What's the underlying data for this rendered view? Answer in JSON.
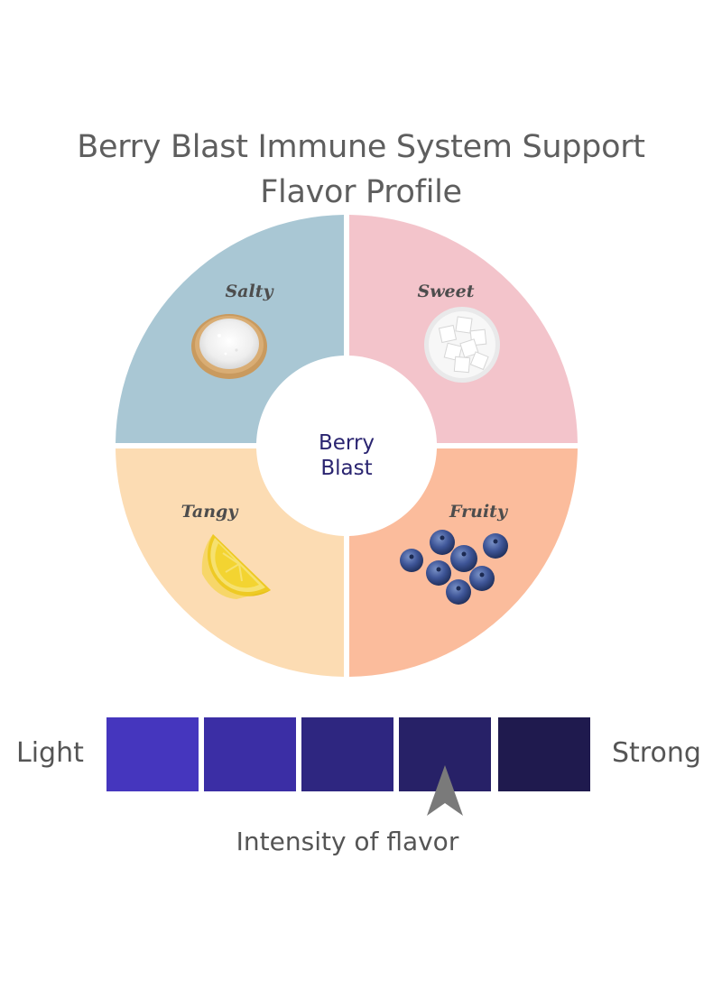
{
  "title": {
    "line1": "Berry Blast Immune System Support",
    "line2": "Flavor Profile"
  },
  "wheel": {
    "center": {
      "line1": "Berry",
      "line2": "Blast"
    },
    "quadrants": [
      {
        "id": "salty",
        "label": "Salty",
        "color": "#a9c7d4",
        "icon": "salt-bowl-icon"
      },
      {
        "id": "sweet",
        "label": "Sweet",
        "color": "#f3c4cb",
        "icon": "sugar-cubes-icon"
      },
      {
        "id": "tangy",
        "label": "Tangy",
        "color": "#fcdcb3",
        "icon": "lemon-wedge-icon"
      },
      {
        "id": "fruity",
        "label": "Fruity",
        "color": "#fbbc9c",
        "icon": "blueberries-icon"
      }
    ]
  },
  "intensity": {
    "low_label": "Light",
    "high_label": "Strong",
    "caption": "Intensity of flavor",
    "levels": 5,
    "selected_level": 4,
    "colors": [
      "#4536be",
      "#3b2ea5",
      "#2e2680",
      "#272167",
      "#1f1a4e"
    ],
    "pointer_color": "#7a7a7a"
  }
}
